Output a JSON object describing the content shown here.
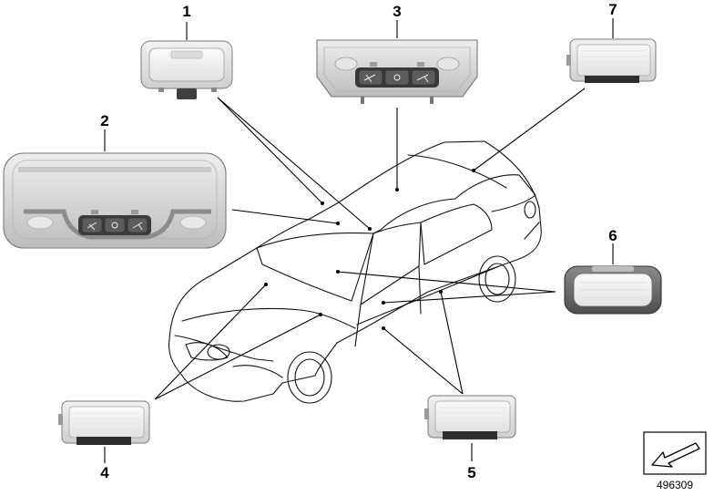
{
  "diagram": {
    "callouts": [
      "1",
      "2",
      "3",
      "4",
      "5",
      "6",
      "7"
    ],
    "document_number": "496309"
  },
  "colors": {
    "line": "#000000",
    "light_housing": "#e4e4e4",
    "lens": "#f4f4f4",
    "dark_housing": "#6a6a6a",
    "button": "#5a5a5a"
  },
  "icons": {
    "arrow_symbol": "arrow-down-left-icon"
  }
}
